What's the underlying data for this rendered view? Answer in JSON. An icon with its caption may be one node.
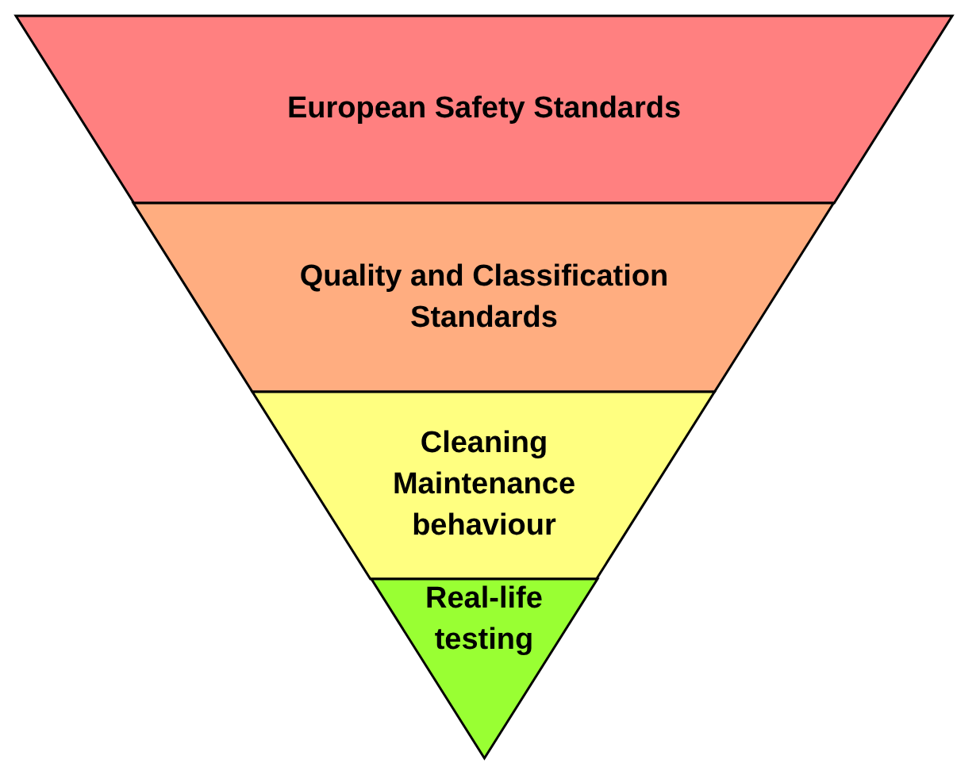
{
  "diagram": {
    "nodes": [
      {
        "text": [
          "European Safety Standards"
        ]
      },
      {
        "text": [
          "Quality and Classification Standards"
        ]
      },
      {
        "text": [
          "Cleaning Maintenance behaviour"
        ]
      },
      {
        "text": [
          "Real-life testing"
        ]
      }
    ]
  }
}
